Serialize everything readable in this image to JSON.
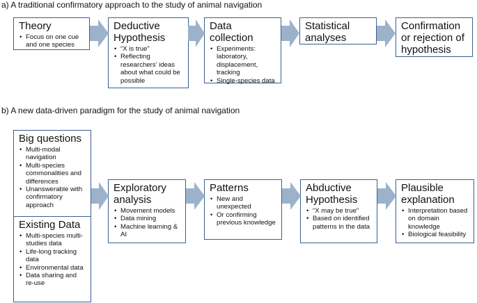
{
  "section_a": {
    "title": "a)  A traditional confirmatory approach to the study of animal navigation",
    "boxes": [
      {
        "title": "Theory",
        "bullets": [
          "Focus on one cue and one species"
        ],
        "title_is_bullet_inline": true
      },
      {
        "title": "Deductive Hypothesis",
        "bullets": [
          "“X is true”",
          "Reflecting researchers’ ideas about what could be possible"
        ]
      },
      {
        "title": "Data collection",
        "bullets": [
          "Experiments: laboratory, displacement, tracking",
          "Single-species data"
        ]
      },
      {
        "title": "Statistical analyses",
        "bullets": []
      },
      {
        "title": "Confirmation or rejection of hypothesis",
        "bullets": []
      }
    ]
  },
  "section_b": {
    "title": "b)  A new data-driven paradigm for the study of animal navigation",
    "boxes": [
      {
        "title": "Big questions",
        "bullets": [
          "Multi-modal navigation",
          "Multi-species commonalities and differences",
          "Unanswerable with confirmatory approach"
        ]
      },
      {
        "title": "Existing Data",
        "bullets": [
          "Multi-species multi-studies data",
          "Life-long tracking data",
          "Environmental data",
          "Data sharing and re-use"
        ]
      },
      {
        "title": "Exploratory analysis",
        "bullets": [
          "Movement models",
          "Data mining",
          "Machine learning & AI"
        ]
      },
      {
        "title": "Patterns",
        "bullets": [
          "New and unexpected",
          "Or confirming previous knowledge"
        ]
      },
      {
        "title": "Abductive Hypothesis",
        "bullets": [
          "“X may be true”",
          "Based on identified patterns in the data"
        ]
      },
      {
        "title": "Plausible explanation",
        "bullets": [
          "Interpretation based on domain knowledge",
          "Biological feasibility"
        ]
      }
    ]
  },
  "colors": {
    "border": "#3a5f8f",
    "arrow": "#9cb2cb",
    "text": "#111111"
  }
}
